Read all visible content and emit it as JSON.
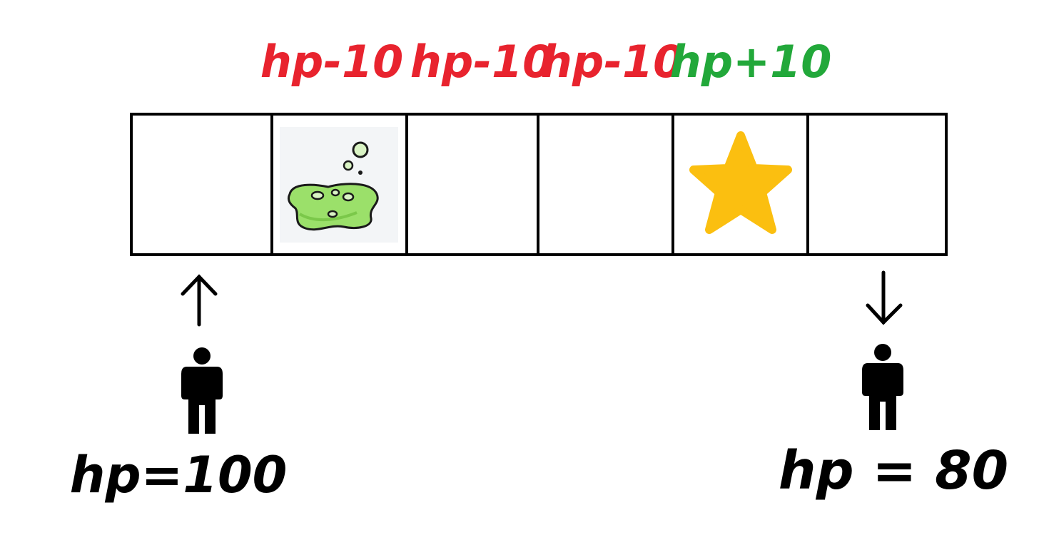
{
  "effect_labels": [
    {
      "text": "hp-10",
      "color": "#e8232e"
    },
    {
      "text": "hp-10",
      "color": "#e8232e"
    },
    {
      "text": "hp-10",
      "color": "#e8232e"
    },
    {
      "text": "hp+10",
      "color": "#22a83a"
    }
  ],
  "cells": [
    {
      "content": "empty"
    },
    {
      "content": "acid-puddle-icon"
    },
    {
      "content": "empty"
    },
    {
      "content": "empty"
    },
    {
      "content": "star-icon"
    },
    {
      "content": "empty"
    }
  ],
  "start": {
    "arrow": "up-arrow-icon",
    "figure": "person-icon",
    "label": "hp=100"
  },
  "end": {
    "arrow": "down-arrow-icon",
    "figure": "person-icon",
    "label": "hp = 80"
  },
  "colors": {
    "damage": "#e8232e",
    "heal": "#22a83a",
    "acid_fill": "#9be06a",
    "star_fill": "#fbbf10",
    "ink": "#000000"
  }
}
